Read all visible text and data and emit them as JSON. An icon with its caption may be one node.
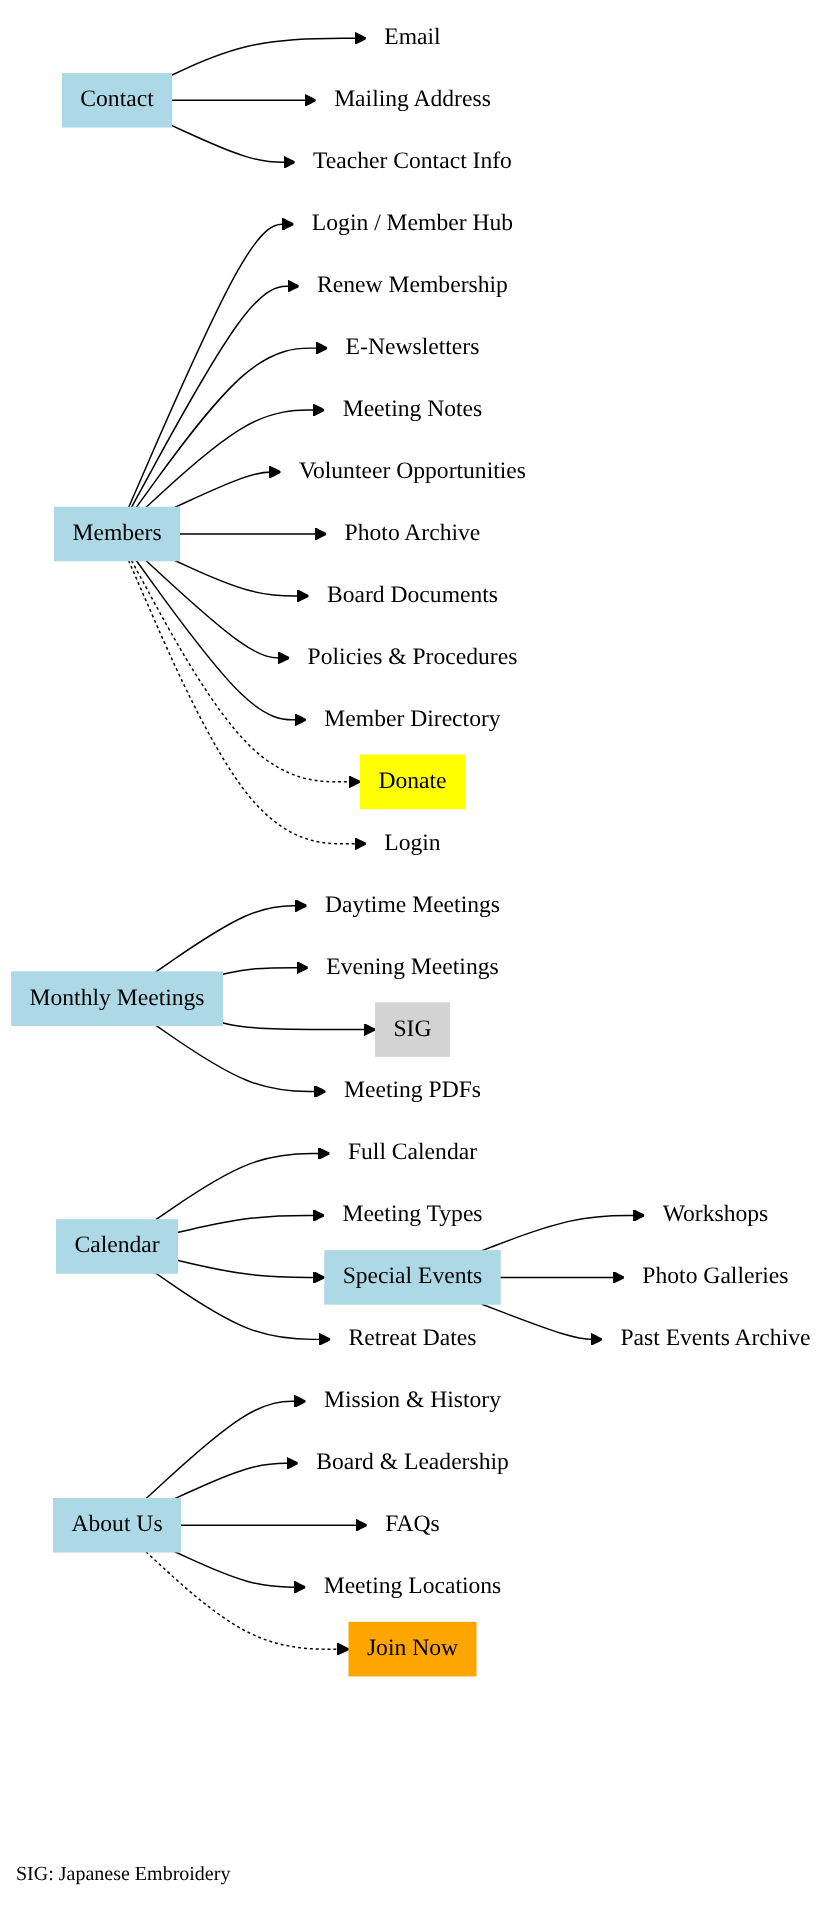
{
  "diagram": {
    "nodes": [
      {
        "text": [
          "Contact"
        ]
      },
      {
        "text": [
          "Email"
        ]
      },
      {
        "text": [
          "Mailing Address"
        ]
      },
      {
        "text": [
          "Teacher Contact Info"
        ]
      },
      {
        "text": [
          "Members"
        ]
      },
      {
        "text": [
          "Login / Member Hub"
        ]
      },
      {
        "text": [
          "Renew Membership"
        ]
      },
      {
        "text": [
          "E-Newsletters"
        ]
      },
      {
        "text": [
          "Meeting Notes"
        ]
      },
      {
        "text": [
          "Volunteer Opportunities"
        ]
      },
      {
        "text": [
          "Photo Archive"
        ]
      },
      {
        "text": [
          "Board Documents"
        ]
      },
      {
        "text": [
          "Policies & Procedures"
        ]
      },
      {
        "text": [
          "Member Directory"
        ]
      },
      {
        "text": [
          "Donate"
        ]
      },
      {
        "text": [
          "Login"
        ]
      },
      {
        "text": [
          "Monthly Meetings"
        ]
      },
      {
        "text": [
          "Daytime Meetings"
        ]
      },
      {
        "text": [
          "Evening Meetings"
        ]
      },
      {
        "text": [
          "SIG"
        ]
      },
      {
        "text": [
          "Meeting PDFs"
        ]
      },
      {
        "text": [
          "Calendar"
        ]
      },
      {
        "text": [
          "Full Calendar"
        ]
      },
      {
        "text": [
          "Meeting Types"
        ]
      },
      {
        "text": [
          "Special Events"
        ]
      },
      {
        "text": [
          "Retreat Dates"
        ]
      },
      {
        "text": [
          "Workshops"
        ]
      },
      {
        "text": [
          "Photo Galleries"
        ]
      },
      {
        "text": [
          "Past Events Archive"
        ]
      },
      {
        "text": [
          "About Us"
        ]
      },
      {
        "text": [
          "Mission & History"
        ]
      },
      {
        "text": [
          "Board & Leadership"
        ]
      },
      {
        "text": [
          "FAQs"
        ]
      },
      {
        "text": [
          "Meeting Locations"
        ]
      },
      {
        "text": [
          "Join Now"
        ]
      }
    ],
    "edges": [
      {
        "from": 0,
        "to": 1,
        "arrow": "to"
      },
      {
        "from": 0,
        "to": 2,
        "arrow": "to"
      },
      {
        "from": 0,
        "to": 3,
        "arrow": "to"
      },
      {
        "from": 4,
        "to": 5,
        "arrow": "to"
      },
      {
        "from": 4,
        "to": 6,
        "arrow": "to"
      },
      {
        "from": 4,
        "to": 7,
        "arrow": "to"
      },
      {
        "from": 4,
        "to": 8,
        "arrow": "to"
      },
      {
        "from": 4,
        "to": 9,
        "arrow": "to"
      },
      {
        "from": 4,
        "to": 10,
        "arrow": "to"
      },
      {
        "from": 4,
        "to": 11,
        "arrow": "to"
      },
      {
        "from": 4,
        "to": 12,
        "arrow": "to"
      },
      {
        "from": 4,
        "to": 13,
        "arrow": "to"
      },
      {
        "from": 4,
        "to": 14,
        "arrow": "to",
        "style": "dashed"
      },
      {
        "from": 4,
        "to": 15,
        "arrow": "to",
        "style": "dashed"
      },
      {
        "from": 16,
        "to": 17,
        "arrow": "to"
      },
      {
        "from": 16,
        "to": 18,
        "arrow": "to"
      },
      {
        "from": 16,
        "to": 19,
        "arrow": "to"
      },
      {
        "from": 16,
        "to": 20,
        "arrow": "to"
      },
      {
        "from": 21,
        "to": 22,
        "arrow": "to"
      },
      {
        "from": 21,
        "to": 23,
        "arrow": "to"
      },
      {
        "from": 21,
        "to": 24,
        "arrow": "to"
      },
      {
        "from": 21,
        "to": 25,
        "arrow": "to"
      },
      {
        "from": 24,
        "to": 26,
        "arrow": "to"
      },
      {
        "from": 24,
        "to": 27,
        "arrow": "to"
      },
      {
        "from": 24,
        "to": 28,
        "arrow": "to"
      },
      {
        "from": 29,
        "to": 30,
        "arrow": "to"
      },
      {
        "from": 29,
        "to": 31,
        "arrow": "to"
      },
      {
        "from": 29,
        "to": 32,
        "arrow": "to"
      },
      {
        "from": 29,
        "to": 33,
        "arrow": "to"
      },
      {
        "from": 29,
        "to": 34,
        "arrow": "to",
        "style": "dashed"
      }
    ],
    "labels": [
      "SIG: Japanese Embroidery"
    ]
  }
}
